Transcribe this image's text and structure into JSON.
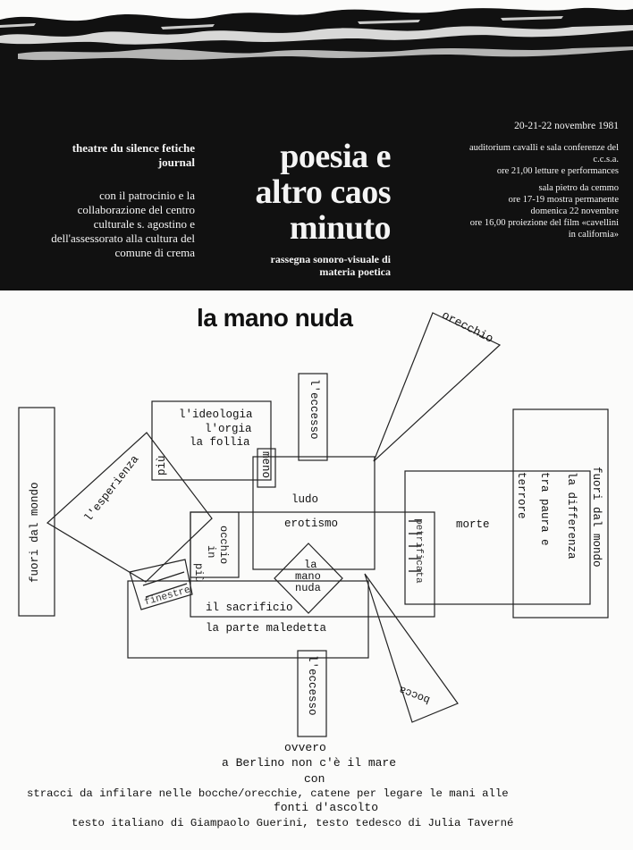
{
  "header": {
    "sponsor": {
      "org_line1": "theatre du silence fetiche",
      "org_line2": "journal",
      "patronage": [
        "con il patrocinio e la",
        "collaborazione del centro",
        "culturale s. agostino e",
        "dell'assessorato alla cultura del",
        "comune di crema"
      ]
    },
    "title": {
      "line1": "poesia e",
      "line2": "altro caos",
      "line3": "minuto",
      "subtitle1": "rassegna sonoro-visuale di",
      "subtitle2": "materia poetica"
    },
    "info": {
      "dates": "20-21-22 novembre 1981",
      "lines": [
        "auditorium cavalli e sala conferenze del",
        "c.c.s.a.",
        "ore 21,00 letture e performances",
        "",
        "sala pietro da cemmo",
        "ore 17-19 mostra permanente",
        "domenica 22 novembre",
        "ore 16,00 proiezione del film «cavellini",
        "in california»"
      ]
    }
  },
  "poem": {
    "heading": "la mano nuda",
    "orecchio": "orecchio",
    "eccesso_top": "l'eccesso",
    "eccesso_bottom": "l'eccesso",
    "ideologia": "l'ideologia",
    "orgia": "l'orgia",
    "follia": "la follia",
    "piu": "più",
    "meno": "meno",
    "esperienza": "l'esperienza",
    "fuori_left": "fuori dal mondo",
    "fuori_right": "fuori dal mondo",
    "differenza1": "la differenza",
    "differenza2": "tra paura e",
    "differenza3": "terrore",
    "ludo": "ludo",
    "erotismo": "erotismo",
    "morte": "morte",
    "mano_nuda1": "la",
    "mano_nuda2": "mano",
    "mano_nuda3": "nuda",
    "crossed_vertical": "petrificata",
    "occhio1": "occhio",
    "occhio2": "in",
    "occhio3": "più",
    "sacrificio": "il sacrificio",
    "parte_maledetta": "la parte maledetta",
    "bocca": "bocca",
    "crossed_diag": "finestre"
  },
  "footer": {
    "line1": "ovvero",
    "line2": "a Berlino non c'è il mare",
    "line3": "con",
    "line4": "stracci da infilare nelle bocche/orecchie, catene per legare le mani alle",
    "line5": "fonti d'ascolto",
    "line6": "testo italiano di Giampaolo Guerini, testo tedesco di Julia Taverné"
  }
}
